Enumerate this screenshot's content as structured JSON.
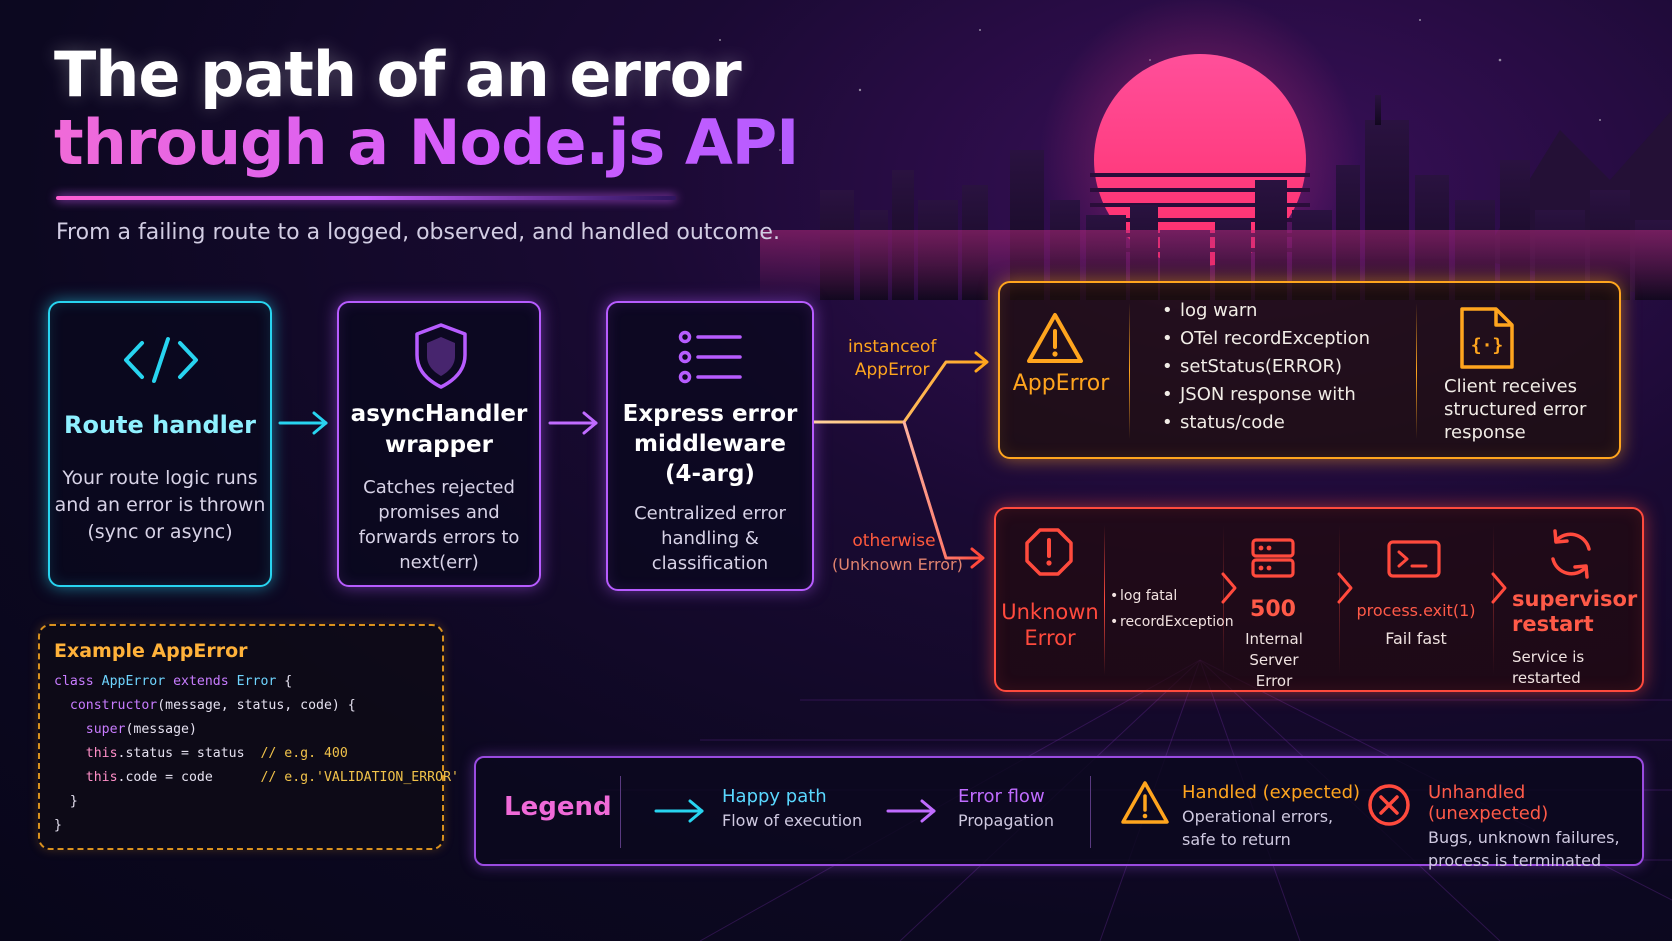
{
  "title": {
    "line1": "The path of an error",
    "line2": "through a Node.js API"
  },
  "subtitle": "From a failing route to a logged, observed, and handled outcome.",
  "colors": {
    "cyan": "#28d4f0",
    "purple": "#b75cff",
    "orange": "#ffa51e",
    "red": "#ff4a3d",
    "pink": "#ff5fd2"
  },
  "flow": {
    "route": {
      "icon": "code-brackets-icon",
      "title": "Route handler",
      "desc": [
        "Your route logic runs",
        "and an error is thrown",
        "(sync or async)"
      ]
    },
    "async": {
      "icon": "shield-icon",
      "title": [
        "asyncHandler",
        "wrapper"
      ],
      "desc": [
        "Catches rejected",
        "promises and",
        "forwards errors to",
        "next(err)"
      ]
    },
    "middleware": {
      "icon": "list-icon",
      "title": [
        "Express error",
        "middleware",
        "(4-arg)"
      ],
      "desc": [
        "Centralized error",
        "handling &",
        "classification"
      ]
    }
  },
  "branches": {
    "app": [
      "instanceof",
      "AppError"
    ],
    "unknown": [
      "otherwise",
      "(Unknown Error)"
    ]
  },
  "app_error": {
    "icon": "warning-icon",
    "label": "AppError",
    "bullets": [
      "log warn",
      "OTel recordException",
      "setStatus(ERROR)",
      "JSON response with",
      "status/code"
    ],
    "client_icon": "json-file-icon",
    "client": [
      "Client receives",
      "structured error",
      "response"
    ]
  },
  "unknown_error": {
    "icon": "error-octagon-icon",
    "label": [
      "Unknown",
      "Error"
    ],
    "bullets": [
      "log fatal",
      "recordException"
    ],
    "server_icon": "server-icon",
    "status": "500",
    "status_desc": [
      "Internal Server",
      "Error"
    ],
    "terminal_icon": "terminal-icon",
    "exit": "process.exit(1)",
    "exit_desc": "Fail fast",
    "restart_icon": "refresh-icon",
    "restart": [
      "supervisor",
      "restart"
    ],
    "restart_desc": [
      "Service is",
      "restarted"
    ]
  },
  "code": {
    "title": "Example AppError",
    "lines": [
      [
        "class ",
        "AppError",
        " extends ",
        "Error",
        " {"
      ],
      [
        "constructor",
        "(message, status, code) {"
      ],
      [
        "super",
        "(message)"
      ],
      [
        "this",
        ".status = status  ",
        "// e.g. 400"
      ],
      [
        "this",
        ".code = code      ",
        "// e.g.'VALIDATION_ERROR'"
      ],
      [
        "}"
      ],
      [
        "}"
      ]
    ]
  },
  "legend": {
    "title": "Legend",
    "happy": {
      "title": "Happy path",
      "desc": "Flow of execution"
    },
    "error": {
      "title": "Error flow",
      "desc": "Propagation"
    },
    "handled": {
      "icon": "warning-icon",
      "title": "Handled (expected)",
      "desc": [
        "Operational errors,",
        "safe to return"
      ]
    },
    "unhandled": {
      "icon": "x-circle-icon",
      "title": "Unhandled (unexpected)",
      "desc": [
        "Bugs, unknown failures,",
        "process is terminated"
      ]
    }
  }
}
